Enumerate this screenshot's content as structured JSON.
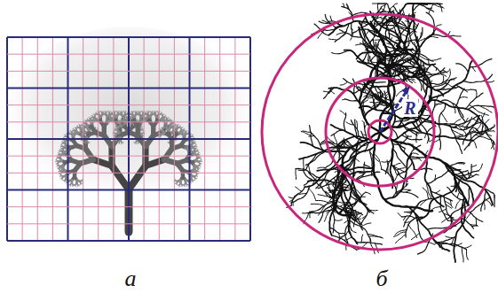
{
  "diagram": {
    "labels": [
      "R",
      "а",
      "б"
    ]
  }
}
